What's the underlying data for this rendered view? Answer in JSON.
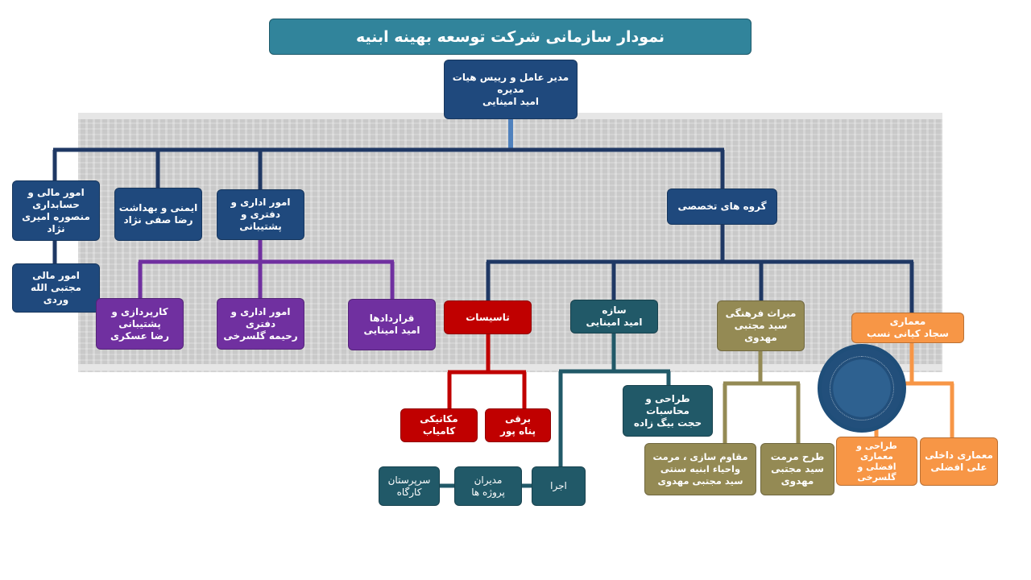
{
  "title": "نمودار سازمانی شرکت توسعه بهینه ابنیه",
  "ceo": [
    "مدیر عامل و رییس هیات",
    "مدیره",
    "امید امینایی"
  ],
  "finance": [
    "امور مالی و",
    "حسابداری",
    "منصوره امیری",
    "نژاد"
  ],
  "finance_sub": [
    "امور مالی",
    "مجتبی الله",
    "وردی"
  ],
  "safety": [
    "ایمنی و بهداشت",
    "رضا صفی نژاد"
  ],
  "admin": [
    "امور اداری و",
    "دفتری و",
    "پشتیبانی"
  ],
  "admin_procurement": [
    "کارپردازی و",
    "پشتیبانی",
    "رضا عسکری"
  ],
  "admin_office": [
    "امور اداری و",
    "دفتری",
    "رحیمه گلسرخی"
  ],
  "admin_contracts": [
    "قراردادها",
    "امید امینایی"
  ],
  "specialist_groups": [
    "گروه های تخصصی"
  ],
  "installations": [
    "تاسیسات"
  ],
  "mechanical": [
    "مکانیکی",
    "کامیاب"
  ],
  "electrical": [
    "برقی",
    "پناه پور"
  ],
  "structure": [
    "سازه",
    "امید امینایی"
  ],
  "structure_design": [
    "طراحی و",
    "محاسبات",
    "حجت بیگ زاده"
  ],
  "execution": [
    "اجرا"
  ],
  "project_managers": [
    "مدیران",
    "پروژه ها"
  ],
  "site_supervisors": [
    "سرپرستان",
    "کارگاه"
  ],
  "heritage": [
    "میراث فرهنگی",
    "سید مجتبی",
    "مهدوی"
  ],
  "heritage_strengthening": [
    "مقاوم سازی ، مرمت",
    "واحیاء ابنیه سنتی",
    "سید مجتبی مهدوی"
  ],
  "heritage_restoration": [
    "طرح مرمت",
    "سید مجتبی",
    "مهدوی"
  ],
  "architecture": [
    "معماری",
    "سجاد کیانی نسب"
  ],
  "architecture_design": [
    "طراحی و",
    "معماری",
    "افضلی و",
    "گلسرخی"
  ],
  "architecture_interior": [
    "معماری داخلی",
    "علی افضلی"
  ],
  "colors": {
    "navy": "#1f497d",
    "purple": "#7030a0",
    "red": "#c00000",
    "teal": "#215968",
    "olive": "#948a54",
    "orange": "#f79646",
    "title": "#31849b"
  }
}
